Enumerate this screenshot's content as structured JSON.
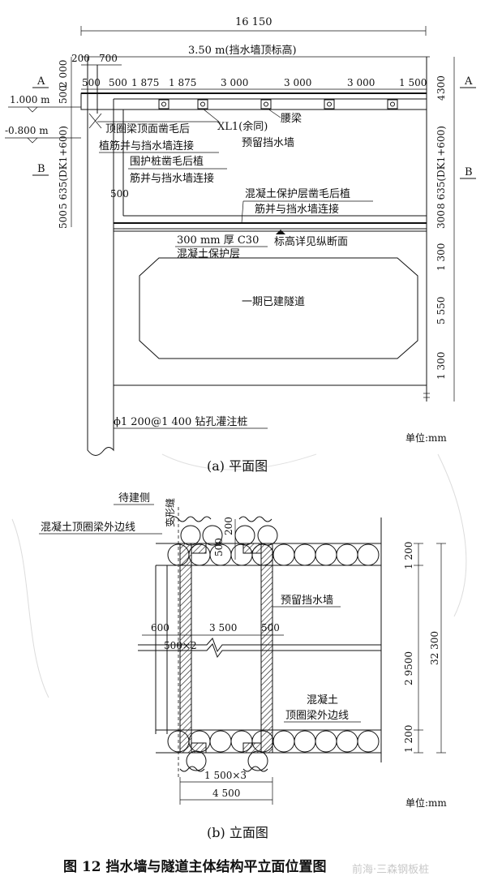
{
  "plan": {
    "overall_width": "16 150",
    "top_elevation_label": "3.50 m(挡水墙顶标高)",
    "left_dims_top": [
      "200",
      "700"
    ],
    "row_dims": [
      "500",
      "500",
      "1 875",
      "1 875",
      "3 000",
      "3 000",
      "3 000",
      "1 500"
    ],
    "left_dims_mid": "500",
    "section_a": "A",
    "section_b": "B",
    "elev_1": "1.000 m",
    "elev_2": "-0.800 m",
    "left_vertical_dims": [
      "500",
      "5 635(DK1+600)",
      "500",
      "2 000"
    ],
    "right_vertical_dims": [
      "300",
      "8 635(DK1+600)",
      "300",
      "1 300",
      "5 550",
      "1 300"
    ],
    "right_vertical_dim_small": "4",
    "note_ring_beam_1": "顶圈梁顶面凿毛后",
    "note_ring_beam_2": "植筋并与挡水墙连接",
    "note_pile_1": "围护桩凿毛后植",
    "note_pile_2": "筋并与挡水墙连接",
    "note_xl1": "XL1(余同)",
    "note_waist_beam": "腰梁",
    "note_reserved_wall": "预留挡水墙",
    "note_cover_1": "混凝土保护层凿毛后植",
    "note_cover_2": "筋并与挡水墙连接",
    "note_layer_1": "300 mm 厚 C30",
    "note_layer_2": "混凝土保护层",
    "note_elev_see": "标高详见纵断面",
    "tunnel_label": "一期已建隧道",
    "pile_label": "ϕ1 200@1 400 钻孔灌注桩",
    "unit": "单位:mm",
    "caption": "(a) 平面图"
  },
  "elevation": {
    "pending_side": "待建侧",
    "joint": "变形缝",
    "ring_beam_edge_top": "混凝土顶圈梁外边线",
    "dim_500": "500",
    "dim_200": "200",
    "reserved_wall": "预留挡水墙",
    "dim_600": "600",
    "dim_3500": "3 500",
    "dim_500b": "500",
    "dim_500x2": "500×2",
    "ring_beam_edge_bottom_1": "混凝土",
    "ring_beam_edge_bottom_2": "顶圈梁外边线",
    "right_dims": [
      "1 200",
      "2 9500",
      "1 200"
    ],
    "total_dim": "32 300",
    "dim_1500x3": "1 500×3",
    "dim_4500": "4 500",
    "unit": "单位:mm",
    "caption": "(b) 立面图"
  },
  "figure_title": "图 12 挡水墙与隧道主体结构平立面位置图",
  "watermark": "前海·三森钢板桩"
}
